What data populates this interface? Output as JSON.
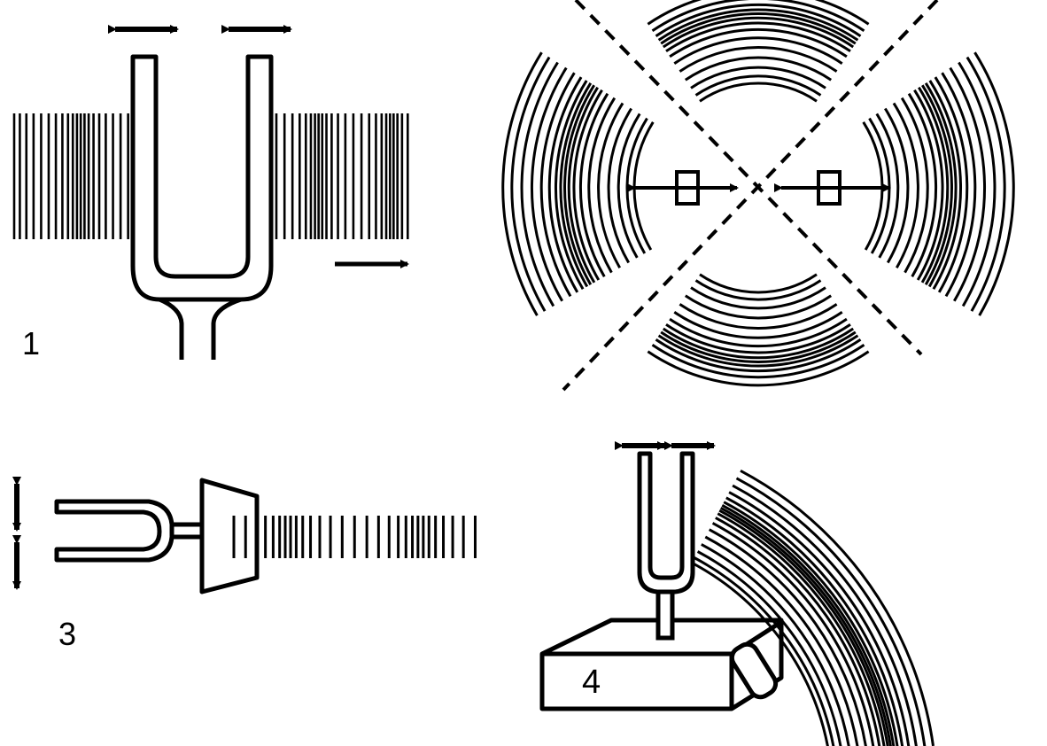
{
  "labels": {
    "panel1": "1",
    "panel3": "3",
    "panel4": "4"
  },
  "colors": {
    "ink": "#000000",
    "paper": "#ffffff"
  }
}
